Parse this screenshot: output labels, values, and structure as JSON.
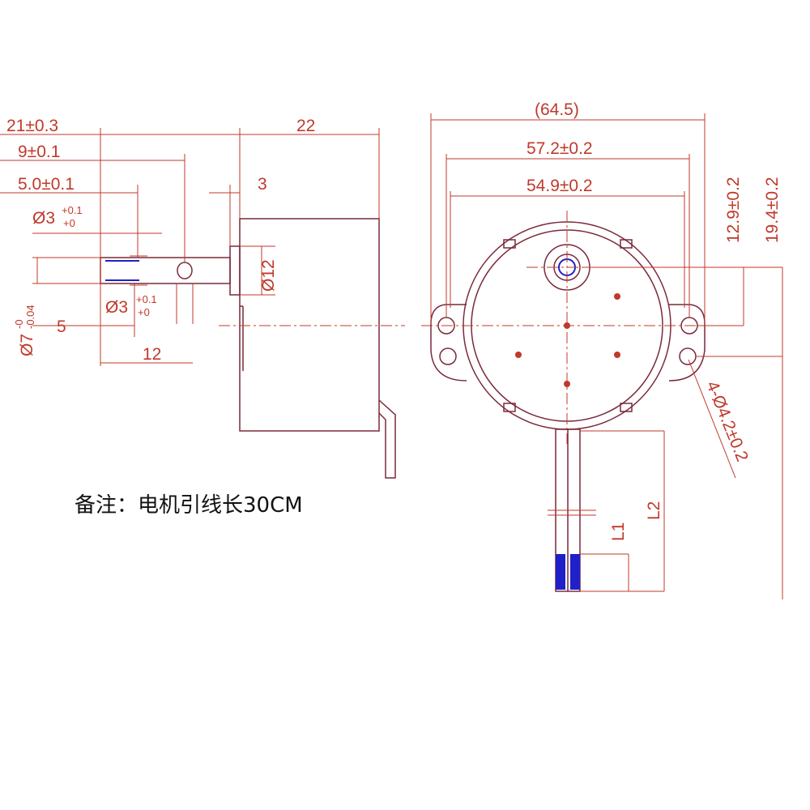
{
  "side_view": {
    "dims": {
      "overall": "21±0.3",
      "body_len": "22",
      "shaft_len": "9±0.1",
      "flat_len": "5.0±0.1",
      "boss": "3",
      "hole_top_base": "Ø3",
      "hole_top_sup": "+0.1",
      "hole_top_sub": "+0",
      "hole_bot_base": "Ø3",
      "hole_bot_sup": "+0.1",
      "hole_bot_sub": "+0",
      "shaft_dia_base": "Ø7",
      "shaft_dia_sup": "-0",
      "shaft_dia_sub": "-0.04",
      "hub_dia": "Ø12",
      "five": "5",
      "twelve": "12"
    }
  },
  "front_view": {
    "dims": {
      "overall_width": "(64.5)",
      "hole_pitch": "57.2±0.2",
      "body_width": "54.9±0.2",
      "offset_small": "12.9±0.2",
      "offset_large": "19.4±0.2",
      "mount_holes": "4-Ø4.2±0.2",
      "lead_l1": "L1",
      "lead_l2": "L2"
    }
  },
  "note": "备注：电机引线长30CM",
  "colors": {
    "dimension": "#c0392b",
    "outline": "#7a2a3a",
    "wire_end": "#2020c8"
  }
}
